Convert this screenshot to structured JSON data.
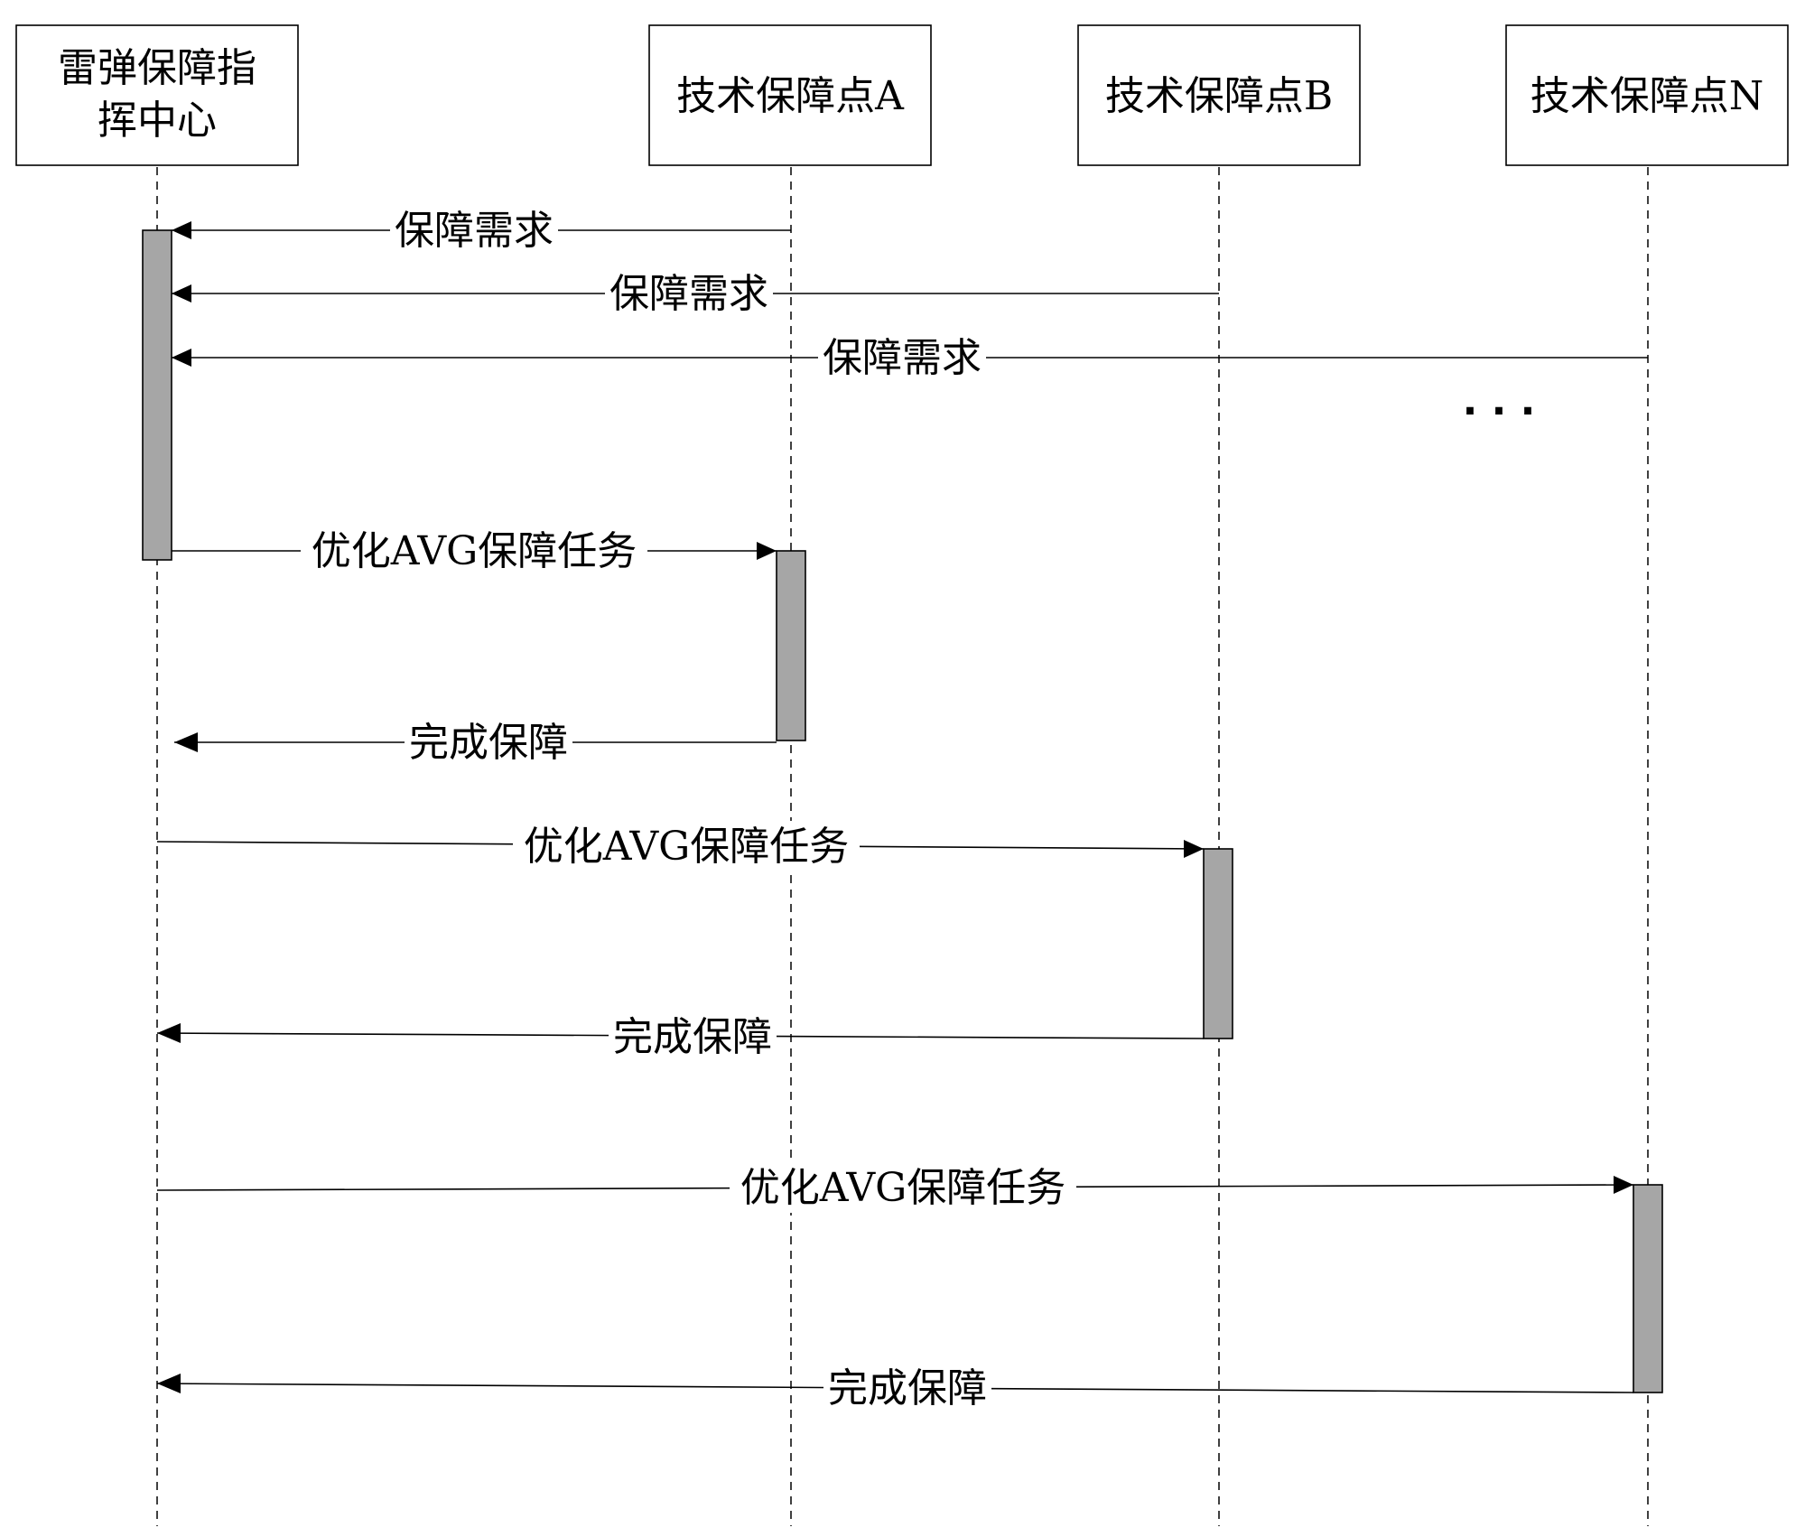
{
  "actors": [
    {
      "id": "center",
      "lines": [
        "雷弹保障指",
        "挥中心"
      ]
    },
    {
      "id": "pointA",
      "lines": [
        "技术保障点A"
      ]
    },
    {
      "id": "pointB",
      "lines": [
        "技术保障点B"
      ]
    },
    {
      "id": "pointN",
      "lines": [
        "技术保障点N"
      ]
    }
  ],
  "messages": [
    {
      "from": "pointA",
      "to": "center",
      "label": "保障需求"
    },
    {
      "from": "pointB",
      "to": "center",
      "label": "保障需求"
    },
    {
      "from": "pointN",
      "to": "center",
      "label": "保障需求"
    },
    {
      "from": "center",
      "to": "pointA",
      "label": "优化AVG保障任务"
    },
    {
      "from": "pointA",
      "to": "center",
      "label": "完成保障"
    },
    {
      "from": "center",
      "to": "pointB",
      "label": "优化AVG保障任务"
    },
    {
      "from": "pointB",
      "to": "center",
      "label": "完成保障"
    },
    {
      "from": "center",
      "to": "pointN",
      "label": "优化AVG保障任务"
    },
    {
      "from": "pointN",
      "to": "center",
      "label": "完成保障"
    }
  ],
  "ellipsis": "· · ·"
}
